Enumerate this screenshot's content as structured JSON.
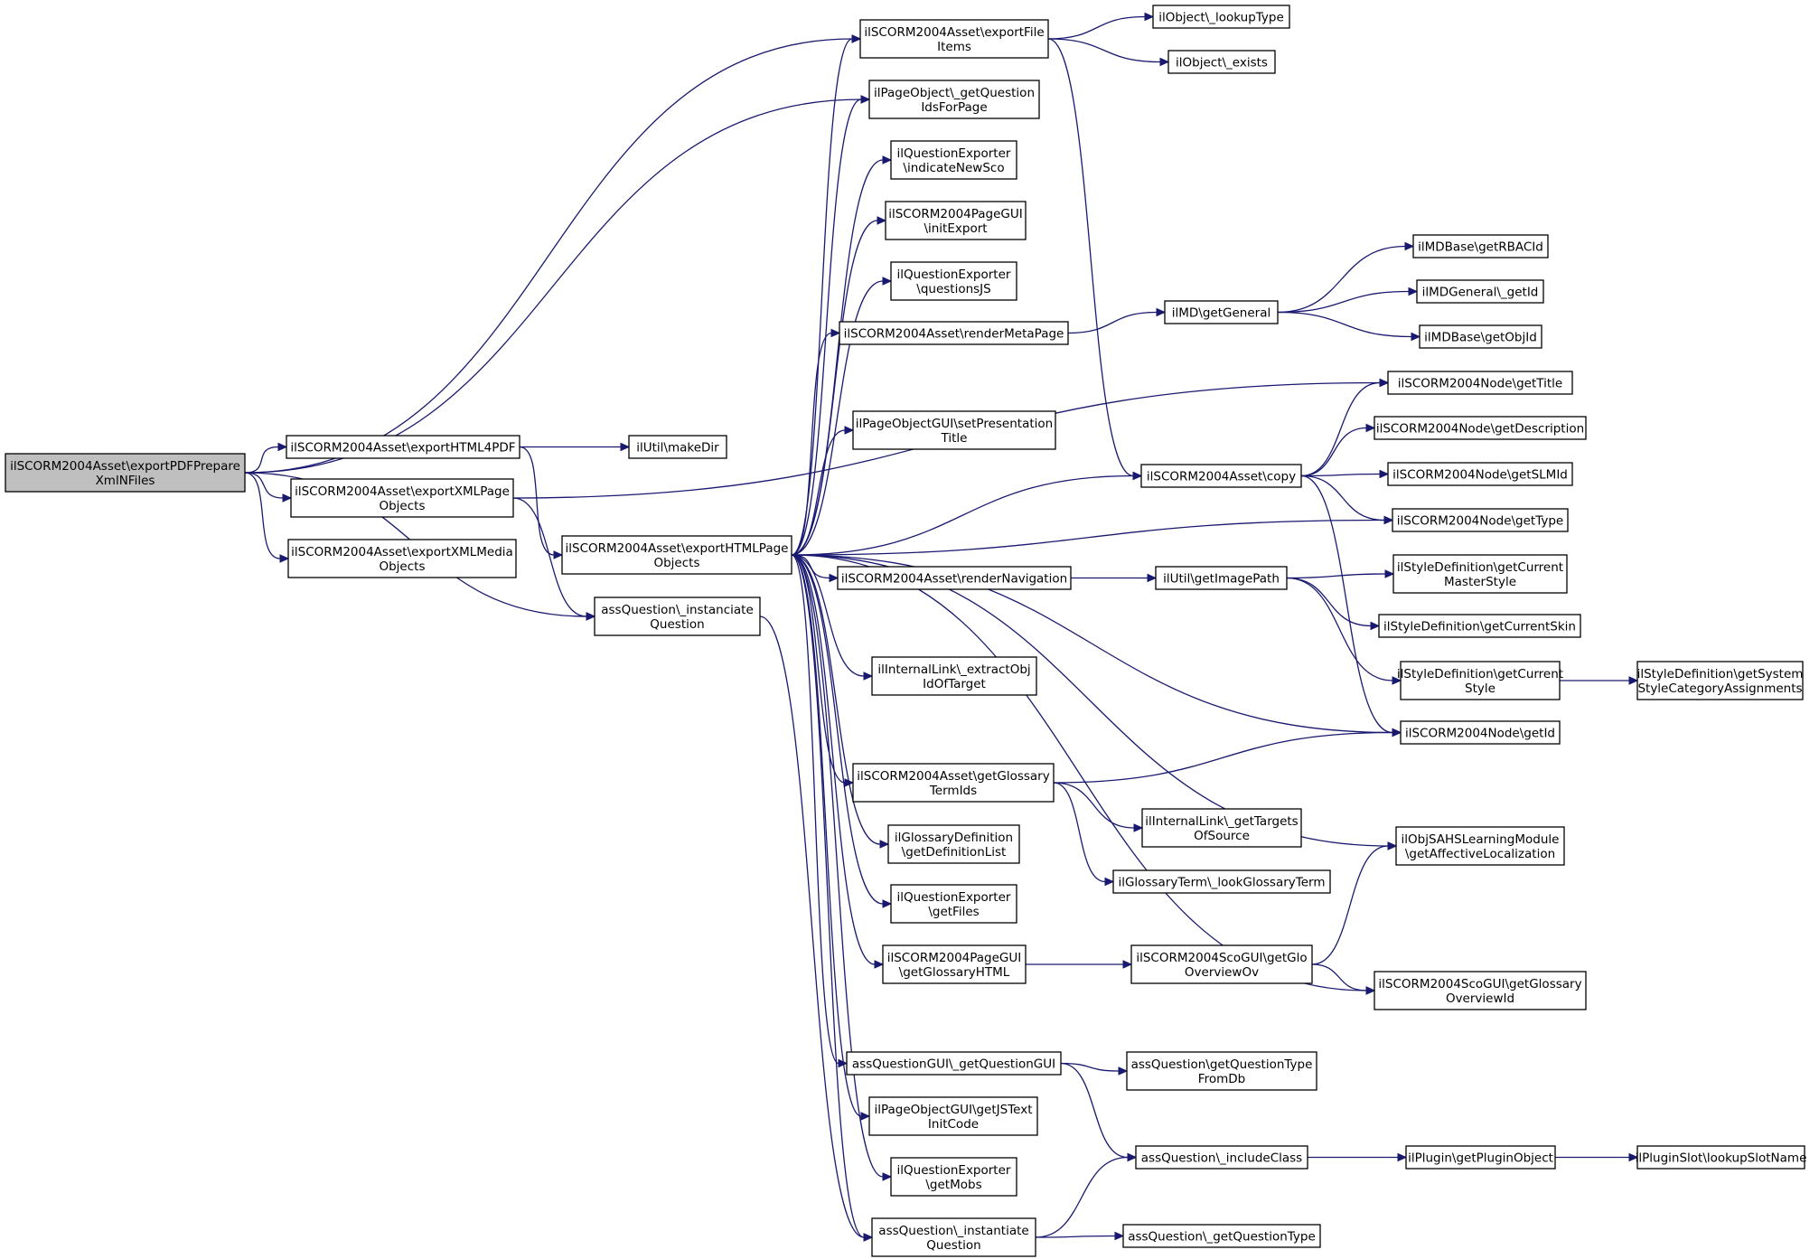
{
  "diagram": {
    "nodes": [
      {
        "id": "root",
        "lines": [
          "ilSCORM2004Asset\\exportPDFPrepare",
          "XmlNFiles"
        ],
        "root": true
      },
      {
        "id": "exportHTML4PDF",
        "lines": [
          "ilSCORM2004Asset\\exportHTML4PDF"
        ]
      },
      {
        "id": "exportXMLPageObjects",
        "lines": [
          "ilSCORM2004Asset\\exportXMLPage",
          "Objects"
        ]
      },
      {
        "id": "exportXMLMediaObjects",
        "lines": [
          "ilSCORM2004Asset\\exportXMLMedia",
          "Objects"
        ]
      },
      {
        "id": "makeDir",
        "lines": [
          "ilUtil\\makeDir"
        ]
      },
      {
        "id": "exportHTMLPageObjects",
        "lines": [
          "ilSCORM2004Asset\\exportHTMLPage",
          "Objects"
        ]
      },
      {
        "id": "instanciateQuestion",
        "lines": [
          "assQuestion\\_instanciate",
          "Question"
        ]
      },
      {
        "id": "exportFileItems",
        "lines": [
          "ilSCORM2004Asset\\exportFile",
          "Items"
        ]
      },
      {
        "id": "getQuestionIdsForPage",
        "lines": [
          "ilPageObject\\_getQuestion",
          "IdsForPage"
        ]
      },
      {
        "id": "indicateNewSco",
        "lines": [
          "ilQuestionExporter",
          "\\indicateNewSco"
        ]
      },
      {
        "id": "initExport",
        "lines": [
          "ilSCORM2004PageGUI",
          "\\initExport"
        ]
      },
      {
        "id": "questionsJS",
        "lines": [
          "ilQuestionExporter",
          "\\questionsJS"
        ]
      },
      {
        "id": "renderMetaPage",
        "lines": [
          "ilSCORM2004Asset\\renderMetaPage"
        ]
      },
      {
        "id": "setPresentationTitle",
        "lines": [
          "ilPageObjectGUI\\setPresentation",
          "Title"
        ]
      },
      {
        "id": "renderNavigation",
        "lines": [
          "ilSCORM2004Asset\\renderNavigation"
        ]
      },
      {
        "id": "extractObjIdOfTarget",
        "lines": [
          "ilInternalLink\\_extractObj",
          "IdOfTarget"
        ]
      },
      {
        "id": "getGlossaryTermIds",
        "lines": [
          "ilSCORM2004Asset\\getGlossary",
          "TermIds"
        ]
      },
      {
        "id": "getDefinitionList",
        "lines": [
          "ilGlossaryDefinition",
          "\\getDefinitionList"
        ]
      },
      {
        "id": "getFiles",
        "lines": [
          "ilQuestionExporter",
          "\\getFiles"
        ]
      },
      {
        "id": "getGlossaryHTML",
        "lines": [
          "ilSCORM2004PageGUI",
          "\\getGlossaryHTML"
        ]
      },
      {
        "id": "getQuestionGUI",
        "lines": [
          "assQuestionGUI\\_getQuestionGUI"
        ]
      },
      {
        "id": "getJSTextInitCode",
        "lines": [
          "ilPageObjectGUI\\getJSText",
          "InitCode"
        ]
      },
      {
        "id": "getMobs",
        "lines": [
          "ilQuestionExporter",
          "\\getMobs"
        ]
      },
      {
        "id": "instantiateQuestion",
        "lines": [
          "assQuestion\\_instantiate",
          "Question"
        ]
      },
      {
        "id": "lookupType",
        "lines": [
          "ilObject\\_lookupType"
        ]
      },
      {
        "id": "exists",
        "lines": [
          "ilObject\\_exists"
        ]
      },
      {
        "id": "getGeneral",
        "lines": [
          "ilMD\\getGeneral"
        ]
      },
      {
        "id": "copy",
        "lines": [
          "ilSCORM2004Asset\\copy"
        ]
      },
      {
        "id": "getImagePath",
        "lines": [
          "ilUtil\\getImagePath"
        ]
      },
      {
        "id": "getTargetsOfSource",
        "lines": [
          "ilInternalLink\\_getTargets",
          "OfSource"
        ]
      },
      {
        "id": "lookupGlossaryTerm",
        "lines": [
          "ilGlossaryTerm\\_lookGlossaryTerm"
        ]
      },
      {
        "id": "getGloOverviewOv",
        "lines": [
          "ilSCORM2004ScoGUI\\getGlo",
          "OverviewOv"
        ]
      },
      {
        "id": "getQuestionTypeFromDb",
        "lines": [
          "assQuestion\\getQuestionType",
          "FromDb"
        ]
      },
      {
        "id": "includeClass",
        "lines": [
          "assQuestion\\_includeClass"
        ]
      },
      {
        "id": "getQuestionType",
        "lines": [
          "assQuestion\\_getQuestionType"
        ]
      },
      {
        "id": "getRBACId",
        "lines": [
          "ilMDBase\\getRBACId"
        ]
      },
      {
        "id": "mdGetId",
        "lines": [
          "ilMDGeneral\\_getId"
        ]
      },
      {
        "id": "getObjId",
        "lines": [
          "ilMDBase\\getObjId"
        ]
      },
      {
        "id": "getTitle",
        "lines": [
          "ilSCORM2004Node\\getTitle"
        ]
      },
      {
        "id": "getDescription",
        "lines": [
          "ilSCORM2004Node\\getDescription"
        ]
      },
      {
        "id": "getSLMId",
        "lines": [
          "ilSCORM2004Node\\getSLMId"
        ]
      },
      {
        "id": "getType",
        "lines": [
          "ilSCORM2004Node\\getType"
        ]
      },
      {
        "id": "getCurrentMasterStyle",
        "lines": [
          "ilStyleDefinition\\getCurrent",
          "MasterStyle"
        ]
      },
      {
        "id": "getCurrentSkin",
        "lines": [
          "ilStyleDefinition\\getCurrentSkin"
        ]
      },
      {
        "id": "getCurrentStyle",
        "lines": [
          "ilStyleDefinition\\getCurrent",
          "Style"
        ]
      },
      {
        "id": "nodeGetId",
        "lines": [
          "ilSCORM2004Node\\getId"
        ]
      },
      {
        "id": "getAffectiveLocalization",
        "lines": [
          "ilObjSAHSLearningModule",
          "\\getAffectiveLocalization"
        ]
      },
      {
        "id": "getGlossaryOverviewId",
        "lines": [
          "ilSCORM2004ScoGUI\\getGlossary",
          "OverviewId"
        ]
      },
      {
        "id": "getPluginObject",
        "lines": [
          "ilPlugin\\getPluginObject"
        ]
      },
      {
        "id": "getSystemStyleCategoryAssignments",
        "lines": [
          "ilStyleDefinition\\getSystem",
          "StyleCategoryAssignments"
        ]
      },
      {
        "id": "lookupSlotName",
        "lines": [
          "ilPluginSlot\\lookupSlotName"
        ]
      }
    ],
    "edges": [
      [
        "root",
        "exportFileItems"
      ],
      [
        "root",
        "getQuestionIdsForPage"
      ],
      [
        "root",
        "exportHTML4PDF"
      ],
      [
        "root",
        "exportXMLPageObjects"
      ],
      [
        "root",
        "exportXMLMediaObjects"
      ],
      [
        "root",
        "instanciateQuestion"
      ],
      [
        "exportHTML4PDF",
        "makeDir"
      ],
      [
        "exportHTML4PDF",
        "exportHTMLPageObjects"
      ],
      [
        "exportXMLPageObjects",
        "getTitle"
      ],
      [
        "exportXMLPageObjects",
        "instanciateQuestion"
      ],
      [
        "exportHTMLPageObjects",
        "exportFileItems"
      ],
      [
        "exportHTMLPageObjects",
        "getQuestionIdsForPage"
      ],
      [
        "exportHTMLPageObjects",
        "indicateNewSco"
      ],
      [
        "exportHTMLPageObjects",
        "initExport"
      ],
      [
        "exportHTMLPageObjects",
        "questionsJS"
      ],
      [
        "exportHTMLPageObjects",
        "renderMetaPage"
      ],
      [
        "exportHTMLPageObjects",
        "setPresentationTitle"
      ],
      [
        "exportHTMLPageObjects",
        "copy"
      ],
      [
        "exportHTMLPageObjects",
        "getType"
      ],
      [
        "exportHTMLPageObjects",
        "renderNavigation"
      ],
      [
        "exportHTMLPageObjects",
        "extractObjIdOfTarget"
      ],
      [
        "exportHTMLPageObjects",
        "nodeGetId"
      ],
      [
        "exportHTMLPageObjects",
        "getGlossaryTermIds"
      ],
      [
        "exportHTMLPageObjects",
        "getAffectiveLocalization"
      ],
      [
        "exportHTMLPageObjects",
        "getDefinitionList"
      ],
      [
        "exportHTMLPageObjects",
        "getFiles"
      ],
      [
        "exportHTMLPageObjects",
        "getGlossaryHTML"
      ],
      [
        "exportHTMLPageObjects",
        "getGlossaryOverviewId"
      ],
      [
        "exportHTMLPageObjects",
        "getQuestionGUI"
      ],
      [
        "exportHTMLPageObjects",
        "getJSTextInitCode"
      ],
      [
        "exportHTMLPageObjects",
        "getMobs"
      ],
      [
        "exportHTMLPageObjects",
        "instantiateQuestion"
      ],
      [
        "instanciateQuestion",
        "instantiateQuestion"
      ],
      [
        "exportFileItems",
        "lookupType"
      ],
      [
        "exportFileItems",
        "exists"
      ],
      [
        "exportFileItems",
        "copy"
      ],
      [
        "renderMetaPage",
        "getGeneral"
      ],
      [
        "getGeneral",
        "getRBACId"
      ],
      [
        "getGeneral",
        "mdGetId"
      ],
      [
        "getGeneral",
        "getObjId"
      ],
      [
        "copy",
        "getTitle"
      ],
      [
        "copy",
        "getDescription"
      ],
      [
        "copy",
        "getSLMId"
      ],
      [
        "copy",
        "getType"
      ],
      [
        "copy",
        "nodeGetId"
      ],
      [
        "renderNavigation",
        "getImagePath"
      ],
      [
        "getImagePath",
        "getCurrentMasterStyle"
      ],
      [
        "getImagePath",
        "getCurrentSkin"
      ],
      [
        "getImagePath",
        "getCurrentStyle"
      ],
      [
        "getCurrentStyle",
        "getSystemStyleCategoryAssignments"
      ],
      [
        "getGlossaryTermIds",
        "nodeGetId"
      ],
      [
        "getGlossaryTermIds",
        "getTargetsOfSource"
      ],
      [
        "getGlossaryTermIds",
        "lookupGlossaryTerm"
      ],
      [
        "getGlossaryHTML",
        "getGloOverviewOv"
      ],
      [
        "getGloOverviewOv",
        "getAffectiveLocalization"
      ],
      [
        "getGloOverviewOv",
        "getGlossaryOverviewId"
      ],
      [
        "getQuestionGUI",
        "getQuestionTypeFromDb"
      ],
      [
        "getQuestionGUI",
        "includeClass"
      ],
      [
        "includeClass",
        "getPluginObject"
      ],
      [
        "getPluginObject",
        "lookupSlotName"
      ],
      [
        "instantiateQuestion",
        "includeClass"
      ],
      [
        "instantiateQuestion",
        "getQuestionType"
      ]
    ],
    "colors": {
      "edge": "#191970",
      "border": "#000000",
      "root_fill": "#bfbfbf",
      "node_fill": "#ffffff"
    }
  }
}
